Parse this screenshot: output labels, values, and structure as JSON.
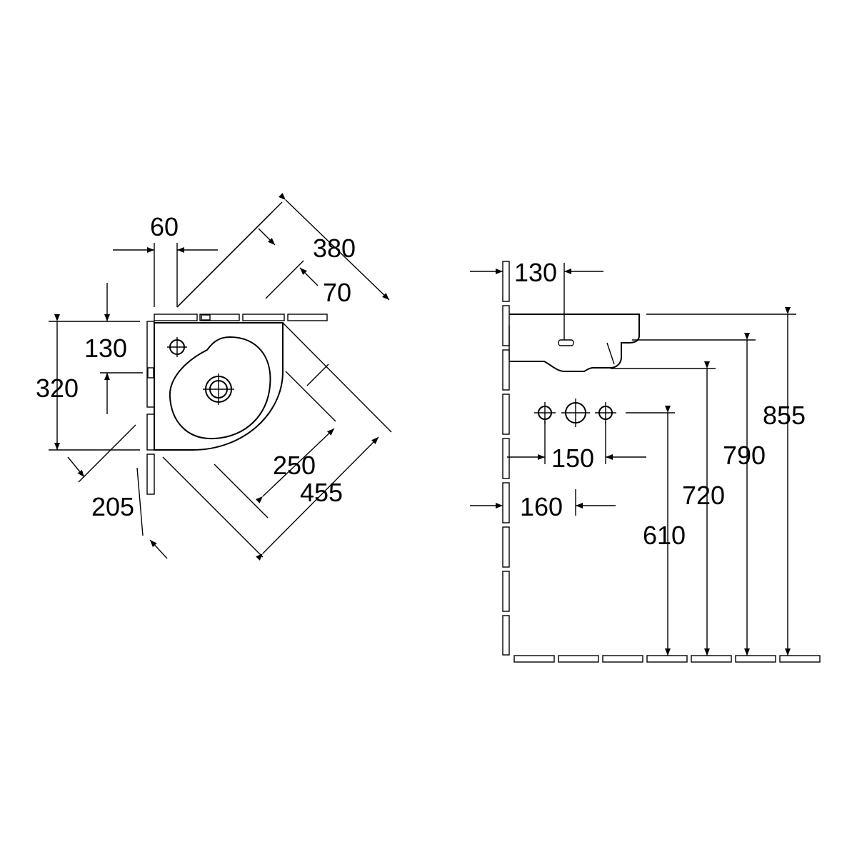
{
  "top_view": {
    "dim_60": "60",
    "dim_380": "380",
    "dim_70": "70",
    "dim_130": "130",
    "dim_320": "320",
    "dim_250": "250",
    "dim_455": "455",
    "dim_205": "205"
  },
  "side_view": {
    "dim_130": "130",
    "dim_150": "150",
    "dim_160": "160",
    "dim_610": "610",
    "dim_720": "720",
    "dim_790": "790",
    "dim_855": "855"
  },
  "colors": {
    "line": "#000000",
    "background": "#ffffff"
  }
}
